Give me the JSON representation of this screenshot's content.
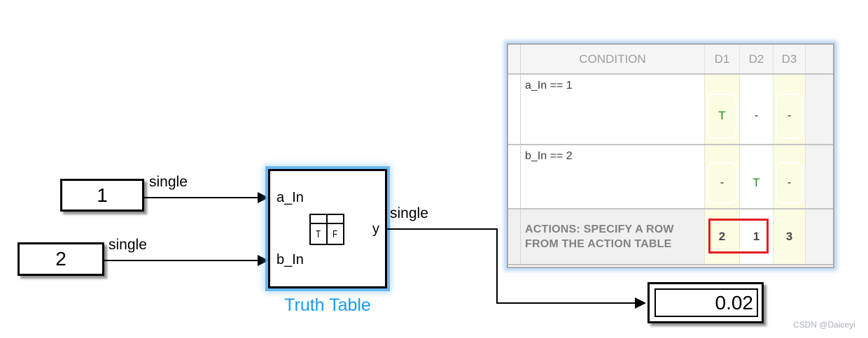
{
  "diagram": {
    "source_blocks": [
      {
        "value": "1",
        "signal_label": "single"
      },
      {
        "value": "2",
        "signal_label": "single"
      }
    ],
    "truth_table_block": {
      "name": "Truth Table",
      "ports": {
        "input1": "a_In",
        "input2": "b_In",
        "output": "y"
      },
      "icon_letters": {
        "left": "T",
        "right": "F"
      },
      "output_signal_label": "single"
    },
    "display_block": {
      "value": "0.02"
    }
  },
  "condition_table": {
    "header": {
      "condition": "CONDITION",
      "d1": "D1",
      "d2": "D2",
      "d3": "D3"
    },
    "rows": [
      {
        "condition": "a_In == 1",
        "d1": "T",
        "d2": "-",
        "d3": "-"
      },
      {
        "condition": "b_In == 2",
        "d1": "-",
        "d2": "T",
        "d3": "-"
      }
    ],
    "actions_row": {
      "label_line1": "ACTIONS: SPECIFY A ROW",
      "label_line2": "FROM THE ACTION TABLE",
      "d1": "2",
      "d2": "1",
      "d3": "3"
    }
  },
  "watermark": "CSDN @Daiceyi",
  "colors": {
    "block_label_blue": "#189bf2",
    "selection_blue": "#5aaff0",
    "true_green": "#1b8a1b",
    "highlight_red": "#e21d1f",
    "decision_yellow": "#fcfce2",
    "header_gray_text": "#9e9e9e"
  }
}
